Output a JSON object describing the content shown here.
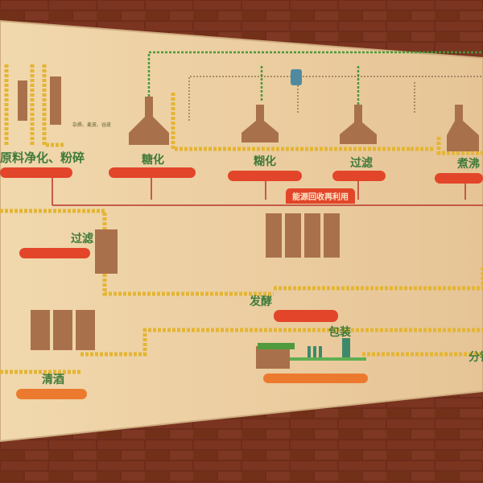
{
  "poster": {
    "stages": {
      "raw_material": "原料净化、粉碎",
      "saccharification": "糖化",
      "gelatinization": "糊化",
      "filtration_top": "过滤",
      "boiling": "煮沸",
      "filtration": "过滤",
      "fermentation": "发酵",
      "clear_beer": "清酒",
      "packaging": "包装",
      "distribution": "分销"
    },
    "energy_banner": "能源回收再利用",
    "notes": {
      "impurities": "杂质、麦皮、谷皮"
    }
  },
  "colors": {
    "brick": "#5e2416",
    "poster": "#ecd1a4",
    "pipe": "#e4b533",
    "tank": "#a9714b",
    "heading": "#3f7a3a",
    "label_red": "#e2452a",
    "steam_line": "#4a9a3a"
  }
}
